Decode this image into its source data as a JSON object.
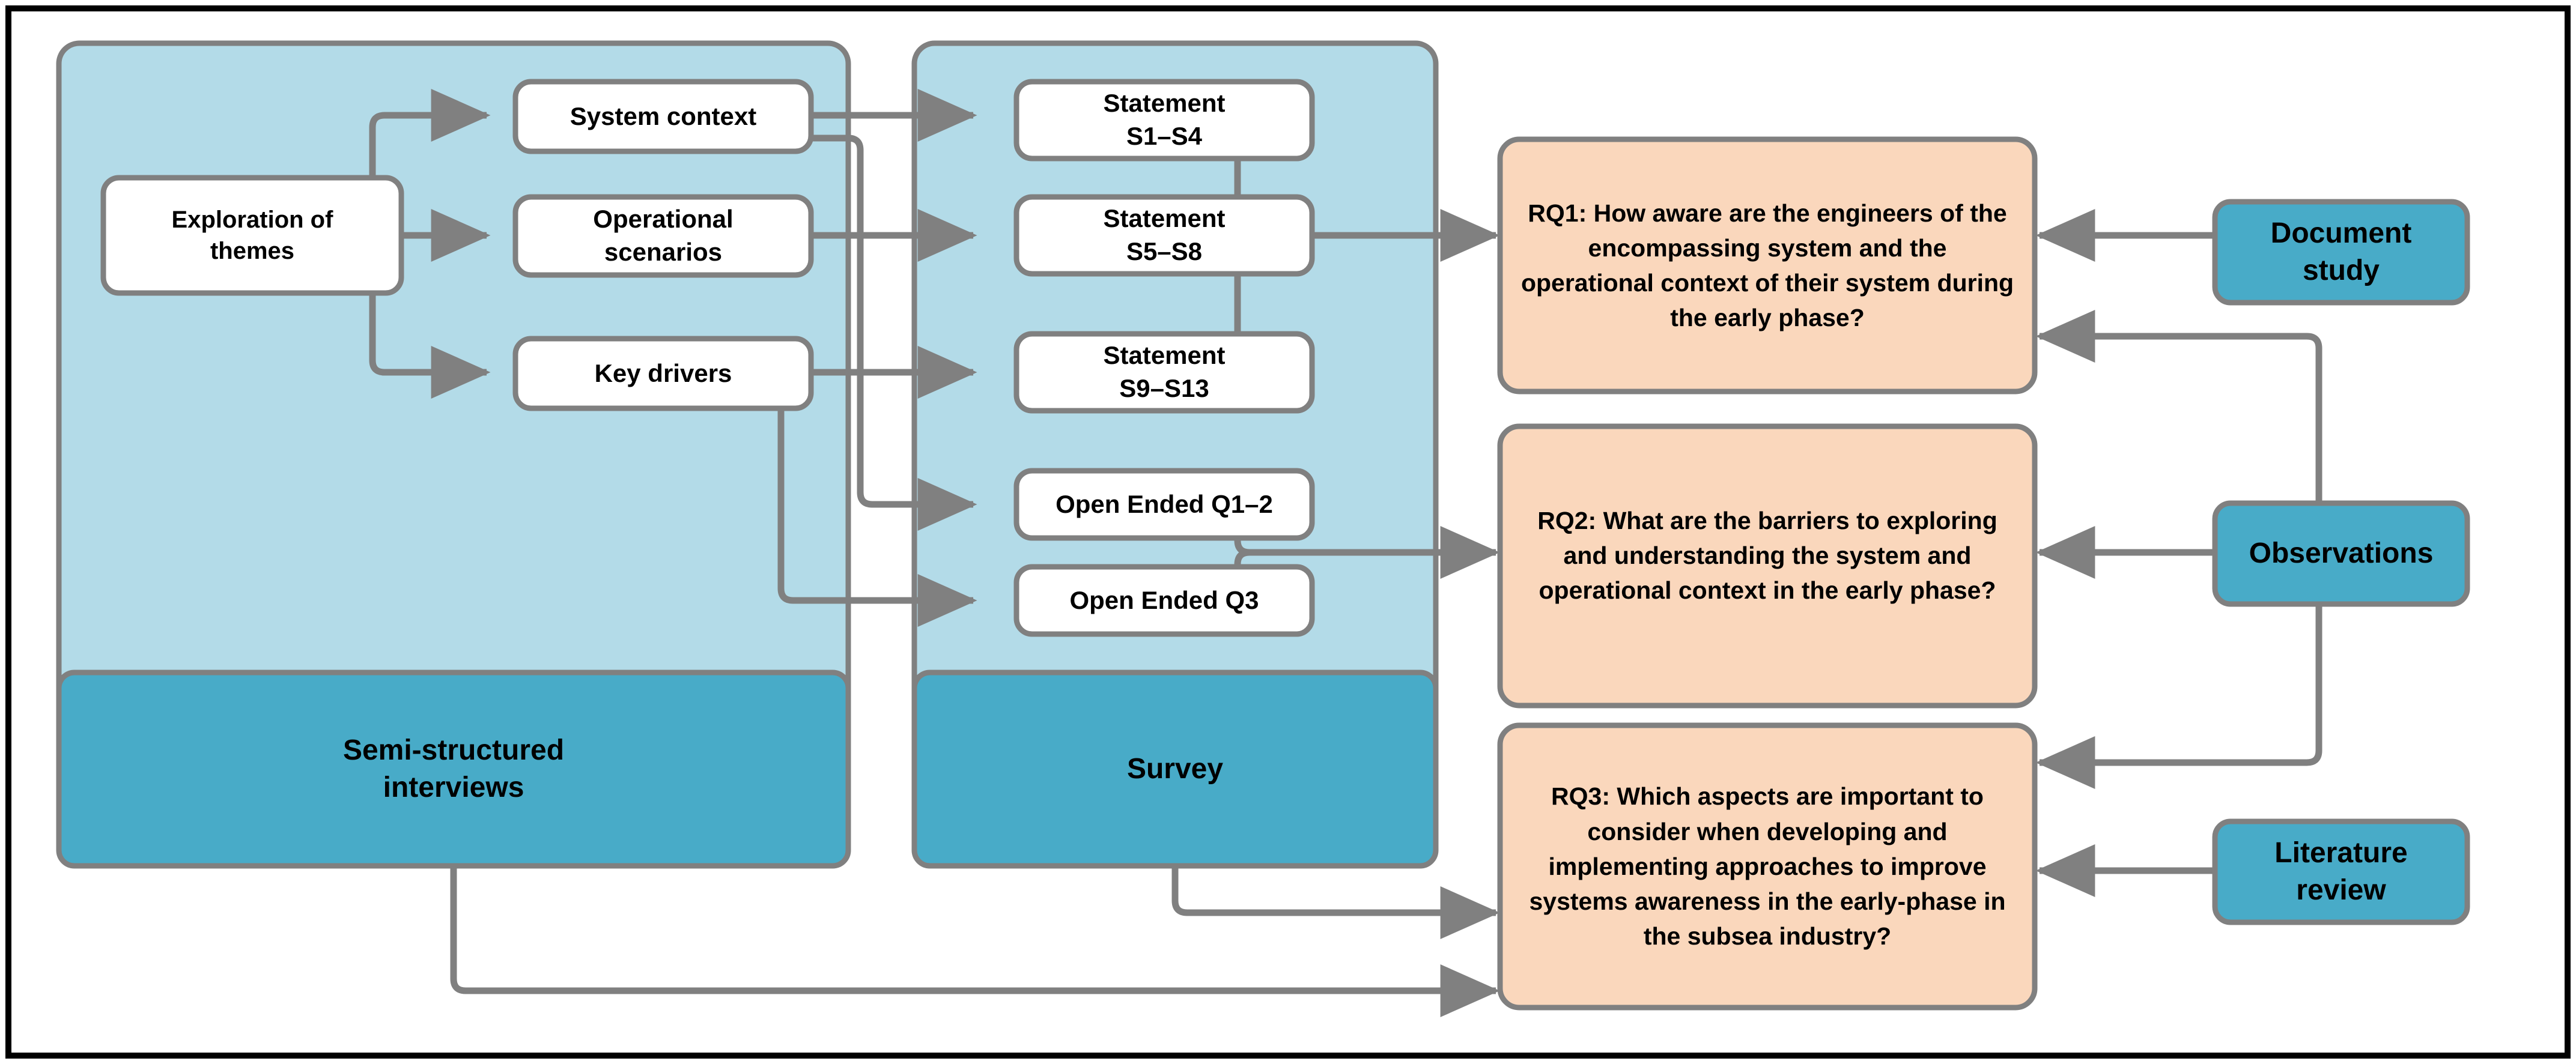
{
  "figure": {
    "title": "Research design flow diagram",
    "colors": {
      "panel_light_blue": "#b3dbe8",
      "method_teal": "#48abc8",
      "research_question_peach": "#fad7bc",
      "node_white": "#ffffff",
      "connector_gray": "#808080",
      "outer_border_black": "#000000",
      "text_black": "#000000"
    }
  },
  "interview_panel": {
    "method_label": "Semi-structured\ninterviews",
    "nodes": [
      {
        "id": "exploration-of-themes",
        "label": "Exploration of\nthemes"
      },
      {
        "id": "system-context",
        "label": "System context"
      },
      {
        "id": "operational-scenarios",
        "label": "Operational\nscenarios"
      },
      {
        "id": "key-drivers",
        "label": "Key drivers"
      }
    ]
  },
  "survey_panel": {
    "method_label": "Survey",
    "nodes": [
      {
        "id": "statement-s1-s4",
        "label": "Statement\nS1–S4"
      },
      {
        "id": "statement-s5-s8",
        "label": "Statement\nS5–S8"
      },
      {
        "id": "statement-s9-s13",
        "label": "Statement\nS9–S13"
      },
      {
        "id": "open-ended-q1-2",
        "label": "Open Ended Q1–2"
      },
      {
        "id": "open-ended-q3",
        "label": "Open Ended Q3"
      }
    ]
  },
  "research_questions": [
    {
      "id": "rq1",
      "label": "RQ1: How aware are the engineers of the encompassing system and the operational context of their system during the early phase?"
    },
    {
      "id": "rq2",
      "label": "RQ2: What are the barriers to exploring and understanding the system and operational context in the early phase?"
    },
    {
      "id": "rq3",
      "label": "RQ3: Which aspects are important to consider when developing and implementing approaches to improve systems awareness in the early-phase in the subsea industry?"
    }
  ],
  "evidence_sources": [
    {
      "id": "document-study",
      "label": "Document\nstudy"
    },
    {
      "id": "observations",
      "label": "Observations"
    },
    {
      "id": "literature-review",
      "label": "Literature\nreview"
    }
  ]
}
